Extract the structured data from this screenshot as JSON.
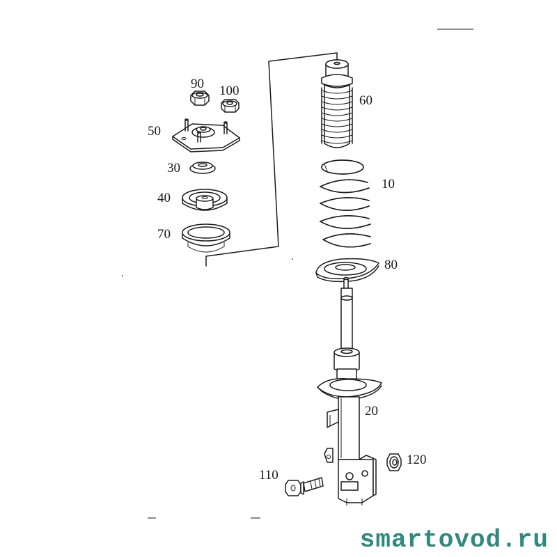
{
  "labels": {
    "p90": "90",
    "p100": "100",
    "p50": "50",
    "p30": "30",
    "p40": "40",
    "p70": "70",
    "p60": "60",
    "p10": "10",
    "p80": "80",
    "p20": "20",
    "p110": "110",
    "p120": "120"
  },
  "watermark": "smartovod.ru",
  "colors": {
    "line": "#1a1a1a",
    "watermark": "#2e8a7f",
    "background": "#ffffff"
  }
}
